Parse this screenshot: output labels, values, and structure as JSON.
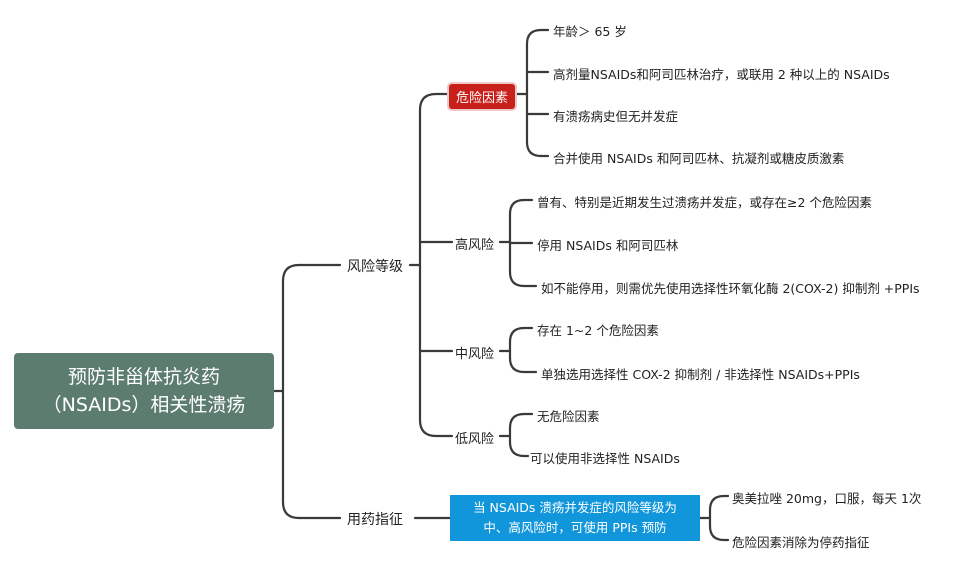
{
  "root": {
    "line1": "预防非甾体抗炎药",
    "line2": "（NSAIDs）相关性溃疡"
  },
  "risk_grade": {
    "label": "风险等级",
    "risk_factors": {
      "label": "危险因素",
      "items": [
        "年龄＞ 65 岁",
        "高剂量NSAIDs和阿司匹林治疗，或联用 2 种以上的 NSAIDs",
        "有溃疡病史但无并发症",
        "合并使用 NSAIDs 和阿司匹林、抗凝剂或糖皮质激素"
      ]
    },
    "high": {
      "label": "高风险",
      "items": [
        "曾有、特别是近期发生过溃疡并发症，或存在≥2 个危险因素",
        "停用 NSAIDs 和阿司匹林",
        "如不能停用，则需优先使用选择性环氧化酶 2(COX-2) 抑制剂 +PPIs"
      ]
    },
    "medium": {
      "label": "中风险",
      "items": [
        "存在 1~2 个危险因素",
        "单独选用选择性 COX-2 抑制剂 / 非选择性 NSAIDs+PPIs"
      ]
    },
    "low": {
      "label": "低风险",
      "items": [
        "无危险因素",
        "可以使用非选择性 NSAIDs"
      ]
    }
  },
  "indication": {
    "label": "用药指征",
    "box_line1": "当 NSAIDs 溃疡并发症的风险等级为",
    "box_line2": "中、高风险时，可使用 PPIs 预防",
    "items": [
      "奥美拉唑 20mg，口服，每天 1次",
      "危险因素消除为停药指征"
    ]
  },
  "colors": {
    "root_bg": "#5d7c70",
    "risk_factor_bg": "#c8201b",
    "indication_box_bg": "#1296db",
    "connector": "#3a3a3a"
  }
}
